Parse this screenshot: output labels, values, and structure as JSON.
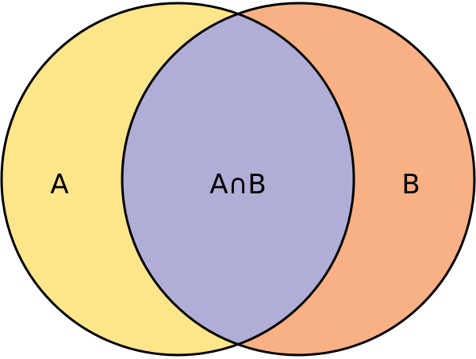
{
  "diagram": {
    "type": "venn",
    "sets": [
      {
        "id": "A",
        "label": "A",
        "color": "#fde58a"
      },
      {
        "id": "B",
        "label": "B",
        "color": "#f8b085"
      }
    ],
    "intersection": {
      "label": "A∩B",
      "color": "#b0aed6"
    },
    "outline_color": "#000000",
    "background": "#ffffff"
  }
}
